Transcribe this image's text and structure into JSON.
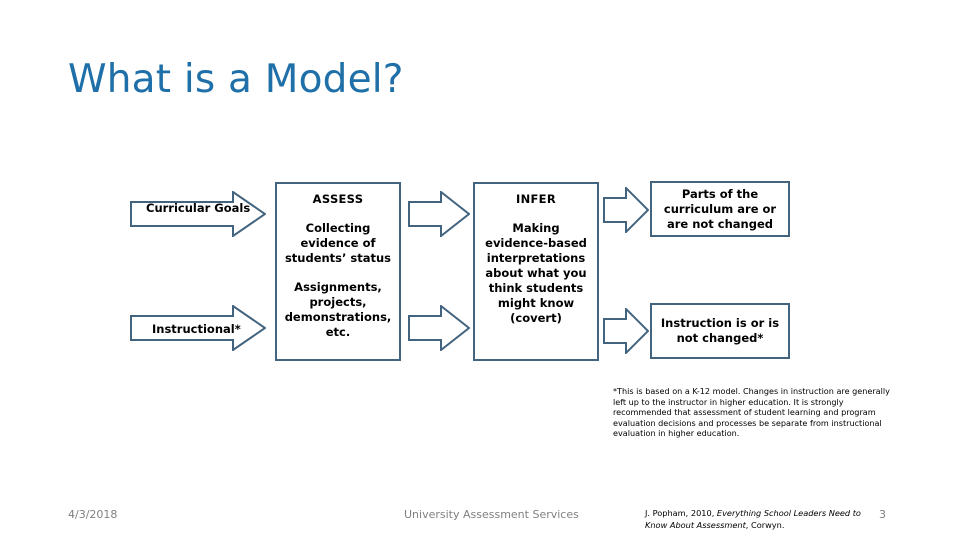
{
  "slide": {
    "title": "What is a Model?",
    "title_color": "#1F6FA8",
    "accent_color": "#43647F"
  },
  "diagram": {
    "inputs": [
      {
        "label": "Curricular Goals"
      },
      {
        "label": "Instructional*"
      }
    ],
    "stages": [
      {
        "heading": "ASSESS",
        "para1": "Collecting evidence of students’ status",
        "para2": "Assignments, projects, demonstrations, etc."
      },
      {
        "heading": "INFER",
        "para1": "Making evidence-based interpretations about what you think students might know (covert)",
        "para2": ""
      }
    ],
    "outcomes": [
      {
        "label": "Parts of the curriculum are or are not changed"
      },
      {
        "label": "Instruction is or is not changed*"
      }
    ]
  },
  "footnote": {
    "text": "*This is based on a K-12 model. Changes in instruction are generally left up to the instructor in higher education. It is strongly recommended that assessment of student learning and program evaluation decisions and processes be separate from instructional evaluation in higher education."
  },
  "footer": {
    "date": "4/3/2018",
    "center": "University Assessment Services",
    "citation_part1": "J. Popham, 2010, ",
    "citation_italic": "Everything School Leaders Need to Know About Assessment",
    "citation_part2": ", Corwyn.",
    "page_number": "3"
  }
}
